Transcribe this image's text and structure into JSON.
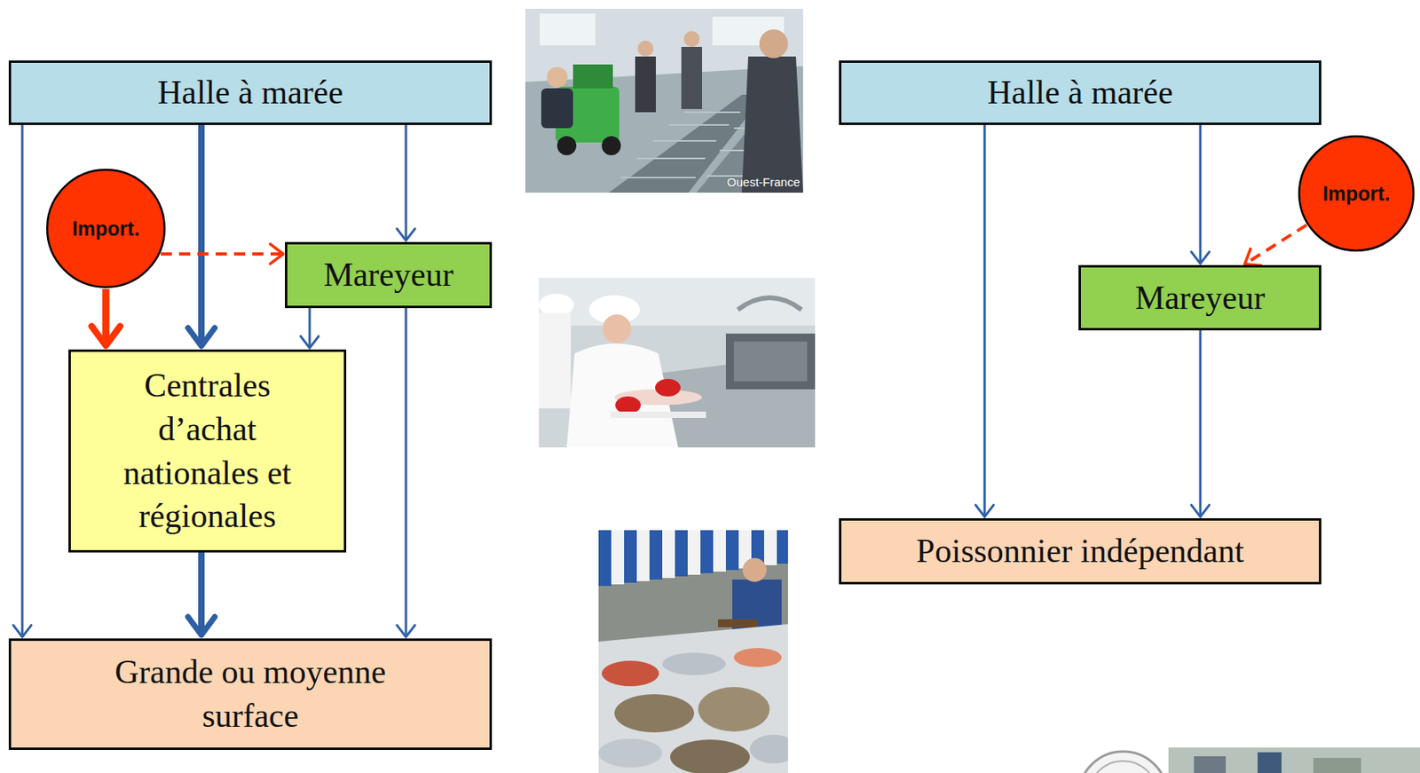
{
  "diagram": {
    "nodes": [
      {
        "text": [
          "Halle à marée"
        ]
      },
      {
        "text": [
          "Import."
        ]
      },
      {
        "text": [
          "Mareyeur"
        ]
      },
      {
        "text": [
          "Centrales d’achat nationales et régionales"
        ]
      },
      {
        "text": [
          "Grande ou moyenne surface"
        ]
      },
      {
        "text": [
          "Halle à marée"
        ]
      },
      {
        "text": [
          "Import."
        ]
      },
      {
        "text": [
          "Mareyeur"
        ]
      },
      {
        "text": [
          "Poissonnier indépendant"
        ]
      }
    ],
    "edges": [
      {
        "from": 0,
        "to": 4,
        "arrow": "to"
      },
      {
        "from": 0,
        "to": 3,
        "arrow": "to"
      },
      {
        "from": 0,
        "to": 2,
        "arrow": "to"
      },
      {
        "from": 1,
        "to": 2,
        "arrow": "to"
      },
      {
        "from": 1,
        "to": 3,
        "arrow": "to"
      },
      {
        "from": 2,
        "to": 3,
        "arrow": "to"
      },
      {
        "from": 2,
        "to": 4,
        "arrow": "to"
      },
      {
        "from": 3,
        "to": 4,
        "arrow": "to"
      },
      {
        "from": 5,
        "to": 8,
        "arrow": "to"
      },
      {
        "from": 5,
        "to": 7,
        "arrow": "to"
      },
      {
        "from": 6,
        "to": 7,
        "arrow": "to"
      },
      {
        "from": 7,
        "to": 8,
        "arrow": "to"
      }
    ],
    "labels": [
      "Ouest-France"
    ]
  }
}
